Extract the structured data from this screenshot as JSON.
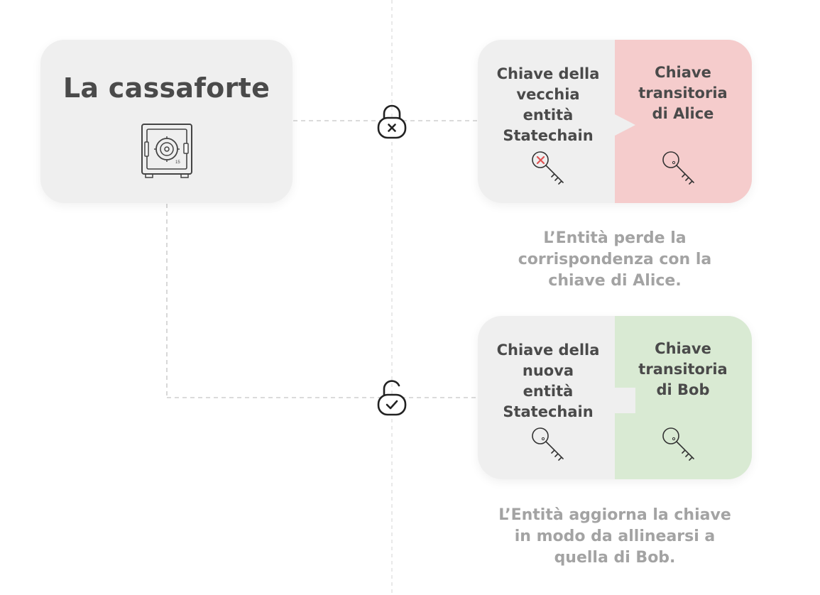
{
  "vault": {
    "title": "La cassaforte",
    "icon": "safe-icon",
    "dial_label": "15"
  },
  "scenario_old": {
    "lock_icon": "lock-closed-x-icon",
    "left_lines": [
      "Chiave della",
      "vecchia",
      "entità",
      "Statechain"
    ],
    "right_lines": [
      "Chiave",
      "transitoria",
      "di Alice"
    ],
    "left_key_icon": "key-crossed-icon",
    "right_key_icon": "key-icon",
    "caption_lines": [
      "L’Entità perde la",
      "corrispondenza con la",
      "chiave di Alice."
    ],
    "right_color": "#f5cccc"
  },
  "scenario_new": {
    "lock_icon": "lock-open-check-icon",
    "left_lines": [
      "Chiave della",
      "nuova",
      "entità",
      "Statechain"
    ],
    "right_lines": [
      "Chiave",
      "transitoria",
      "di Bob"
    ],
    "left_key_icon": "key-icon",
    "right_key_icon": "key-icon",
    "caption_lines": [
      "L’Entità aggiorna la chiave",
      "in modo da allinearsi a",
      "quella di Bob."
    ],
    "right_color": "#d9ead3"
  },
  "colors": {
    "card_gray": "#efefef",
    "mismatch_red": "#f5cccc",
    "match_green": "#d9ead3",
    "x_mark": "#e05252",
    "text_dark": "#4a4a4a",
    "caption_gray": "#a3a3a3"
  }
}
